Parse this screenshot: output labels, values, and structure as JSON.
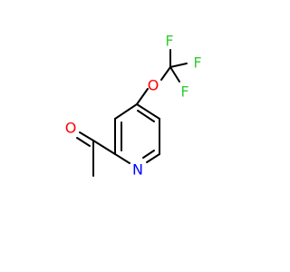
{
  "molecule": {
    "atoms": {
      "f1": "F",
      "f2": "F",
      "f3": "F",
      "o_ether": "O",
      "o_carbonyl": "O",
      "n_ring": "N"
    },
    "colors": {
      "bond": "#000000",
      "fluorine": "#33cc33",
      "oxygen": "#ff0000",
      "nitrogen": "#0000ff"
    }
  }
}
